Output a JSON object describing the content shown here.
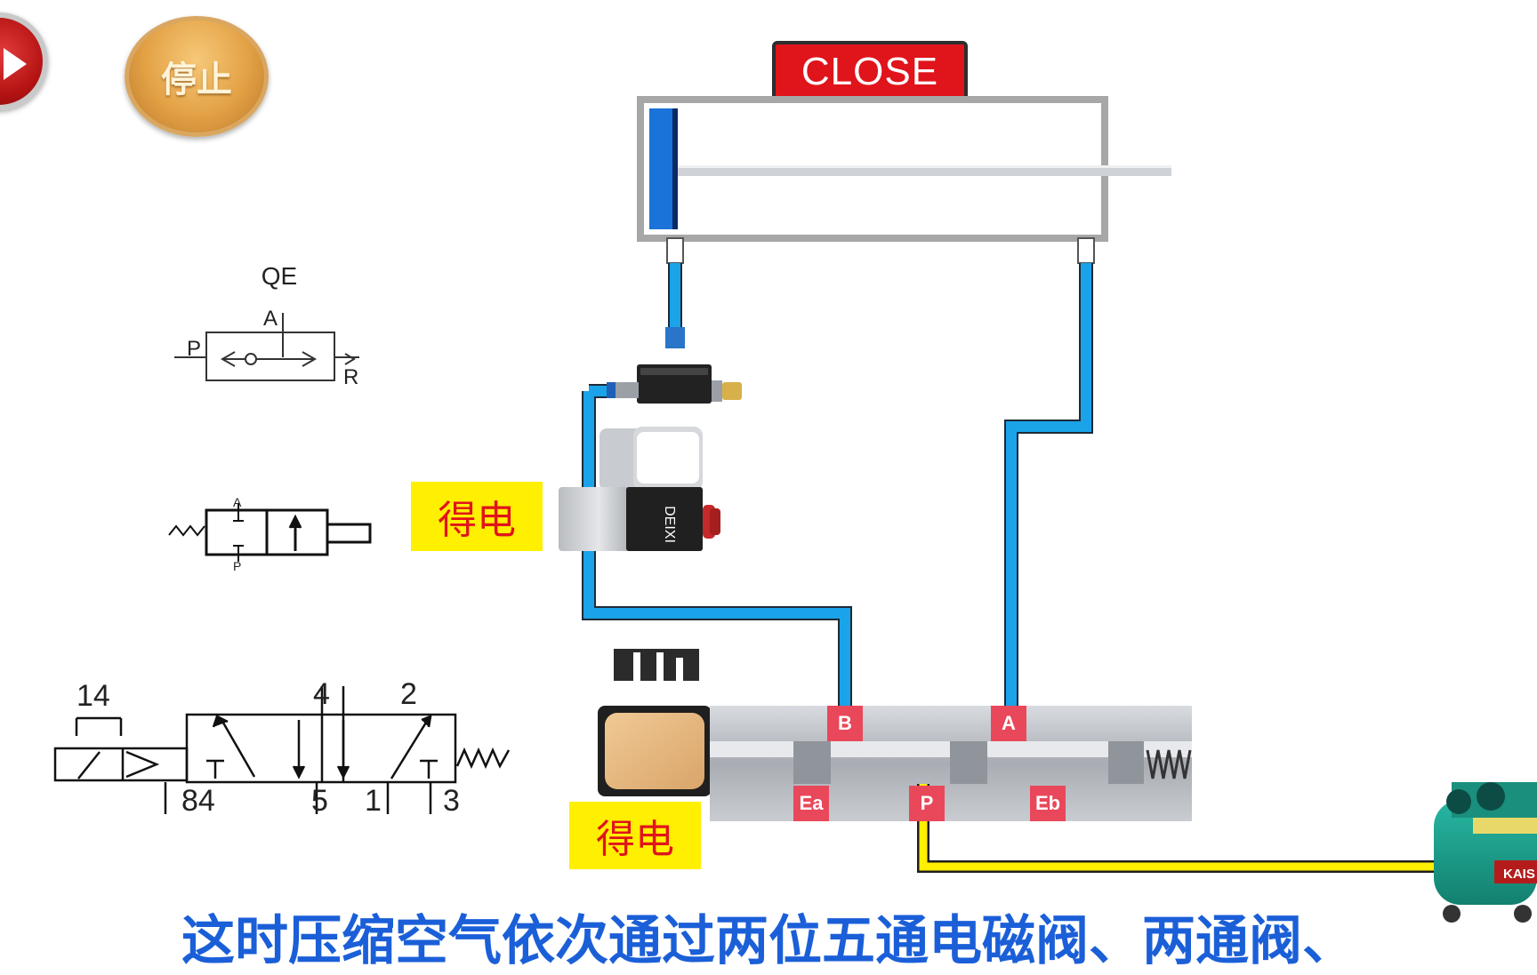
{
  "controls": {
    "play_label": "",
    "stop_label": "停止"
  },
  "cylinder": {
    "status_label": "CLOSE"
  },
  "valve_2way": {
    "energized_label": "得电",
    "coil_brand": "DEIXI"
  },
  "valve_5way": {
    "energized_label": "得电",
    "ports": [
      "B",
      "A",
      "Ea",
      "P",
      "Eb"
    ]
  },
  "symbols": {
    "qe": {
      "title": "QE",
      "ports": [
        "P",
        "A",
        "R"
      ]
    },
    "two_way": {
      "ports": [
        "A",
        "P"
      ]
    },
    "five_way": {
      "ports": [
        "14",
        "4",
        "2",
        "84",
        "5",
        "1",
        "3"
      ]
    }
  },
  "subtitle": "这时压缩空气依次通过两位五通电磁阀、两通阀、",
  "compressor": {
    "brand": "KAIS"
  },
  "colors": {
    "pipe_blue": "#1aa3e8",
    "pipe_yellow": "#ffef00",
    "label_red": "#e0141b",
    "label_yellow_bg": "#ffef00",
    "subtitle_blue": "#1b5fd8"
  }
}
